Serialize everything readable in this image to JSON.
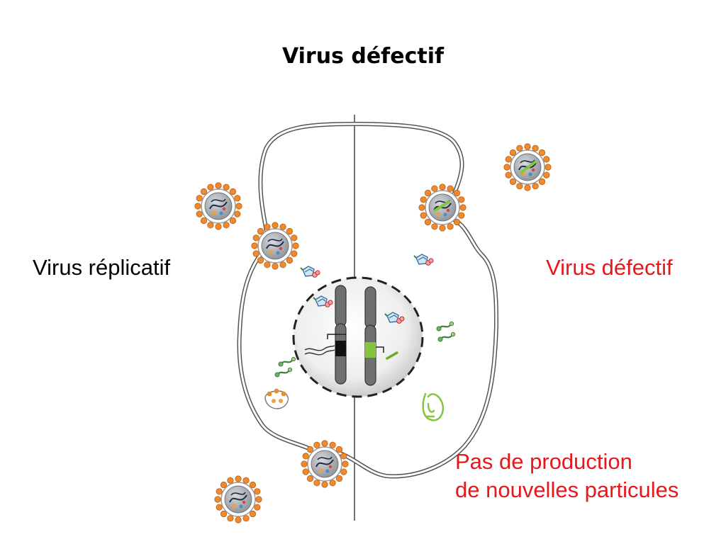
{
  "title": "Virus défectif",
  "labels": {
    "left": "Virus réplicatif",
    "right": "Virus défectif",
    "bottom_line1": "Pas de production",
    "bottom_line2": "de nouvelles particules"
  },
  "colors": {
    "text_dark": "#000000",
    "text_red": "#e8171b",
    "membrane": "#555555",
    "virion_spikes": "#f08a2c",
    "virion_capsid": "#9aa0a6",
    "nucleus_dash": "#222222",
    "chromosome": "#6f6f6f",
    "defective_gene": "#86c440",
    "provirus_band": "#111111",
    "capsid_blue": "#4a8fc9",
    "protein_red": "#e04040"
  },
  "icons": {
    "virion": "virion-icon",
    "capsid": "viral-capsid-icon",
    "mrna": "viral-mrna-icon",
    "chromosome": "chromosome-icon",
    "defective_rna": "defective-rna-icon"
  }
}
